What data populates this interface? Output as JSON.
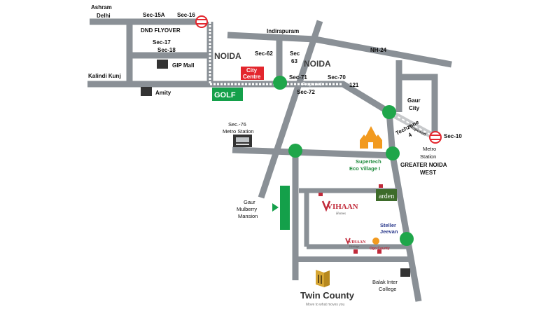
{
  "colors": {
    "road": "#8a9096",
    "metro_station": "#1fa64a",
    "golf": "#14a04a",
    "city_centre": "#e3262d",
    "metro_sign": "#e3262d",
    "temple": "#f29a1f",
    "brand_green": "#3d6b2a",
    "brand_red": "#c12a3a"
  },
  "labels": {
    "ashram": "Ashram",
    "delhi": "Delhi",
    "sec15a": "Sec-15A",
    "sec16": "Sec-16",
    "dnd": "DND FLYOVER",
    "sec17": "Sec-17",
    "sec18": "Sec-18",
    "gip": "GIP Mall",
    "kalindi": "Kalindi Kunj",
    "amity": "Amity",
    "noida1": "NOIDA",
    "noida2": "NOIDA",
    "indirapuram": "Indirapuram",
    "nh24": "NH-24",
    "sec62": "Sec-62",
    "sec63a": "Sec",
    "sec63b": "63",
    "city1": "City",
    "city2": "Centre",
    "golf": "GOLF",
    "sec71": "Sec-71",
    "proposed1": "Proposed",
    "sec70": "Sec-70",
    "sec72": "Sec-72",
    "n121": "121",
    "gaur1": "Gaur",
    "gaur2": "City",
    "techzone1": "Techzone",
    "techzone2": "4",
    "proposed2": "Proposed",
    "sec10": "Sec-10",
    "metro1": "Metro",
    "metro2": "Station",
    "sec76a": "Sec.-76",
    "sec76b": "Metro Station",
    "supertech1": "Supertech",
    "supertech2": "Eco Village I",
    "gnw1": "GREATER NOIDA",
    "gnw2": "WEST",
    "mulberry1": "Gaur",
    "mulberry2": "Mulberry",
    "mulberry3": "Mansion",
    "vihaan_big": "VIHAAN",
    "vihaan_big_sub": "Homes",
    "arden": "arden",
    "steller1": "Steller",
    "steller2": "Jeevan",
    "vihaan_small": "VIHAAN",
    "vihaan_small_sub": "Heritage",
    "ogo_county": "Ogo County",
    "balak1": "Balak Inter",
    "balak2": "College",
    "twin_county": "Twin County",
    "twin_tagline": "Move to what moves you"
  }
}
